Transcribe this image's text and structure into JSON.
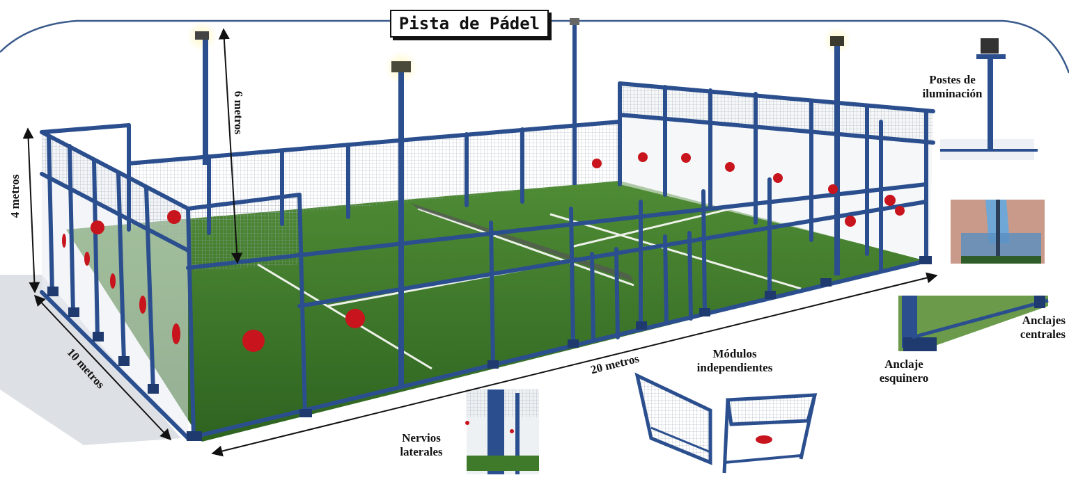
{
  "title": "Pista de Pádel",
  "dimensions": {
    "height_4": "4 metros",
    "height_6": "6 metros",
    "width": "10 metros",
    "length": "20 metros"
  },
  "callouts": {
    "lighting_posts": "Postes de\niluminación",
    "central_anchors": "Anclajes\ncentrales",
    "corner_anchor": "Anclaje\nesquinero",
    "modules": "Módulos\nindependientes",
    "side_ribs": "Nervios\nlaterales"
  },
  "colors": {
    "frame": "#2b4f8e",
    "frame_dark": "#1e3a6e",
    "turf": "#3f7a2a",
    "turf_dark": "#2a5a1c",
    "target": "#c8141c",
    "border": "#3a5a8c"
  }
}
